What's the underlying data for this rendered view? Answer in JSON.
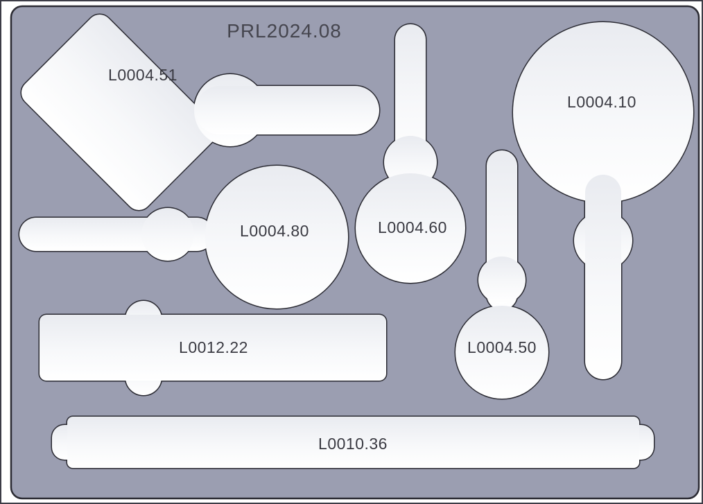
{
  "drawing": {
    "title": "PRL2024.08"
  },
  "colors": {
    "plate": "#9b9eb1",
    "outline": "#2b2b33",
    "shape_fill": "#f1f3f7",
    "text": "#3a3a42",
    "page_background": "#ffffff"
  },
  "parts": [
    {
      "label": "L0004.51"
    },
    {
      "label": "L0004.10"
    },
    {
      "label": "L0004.60"
    },
    {
      "label": "L0004.80"
    },
    {
      "label": "L0004.50"
    },
    {
      "label": "L0012.22"
    },
    {
      "label": "L0010.36"
    }
  ]
}
